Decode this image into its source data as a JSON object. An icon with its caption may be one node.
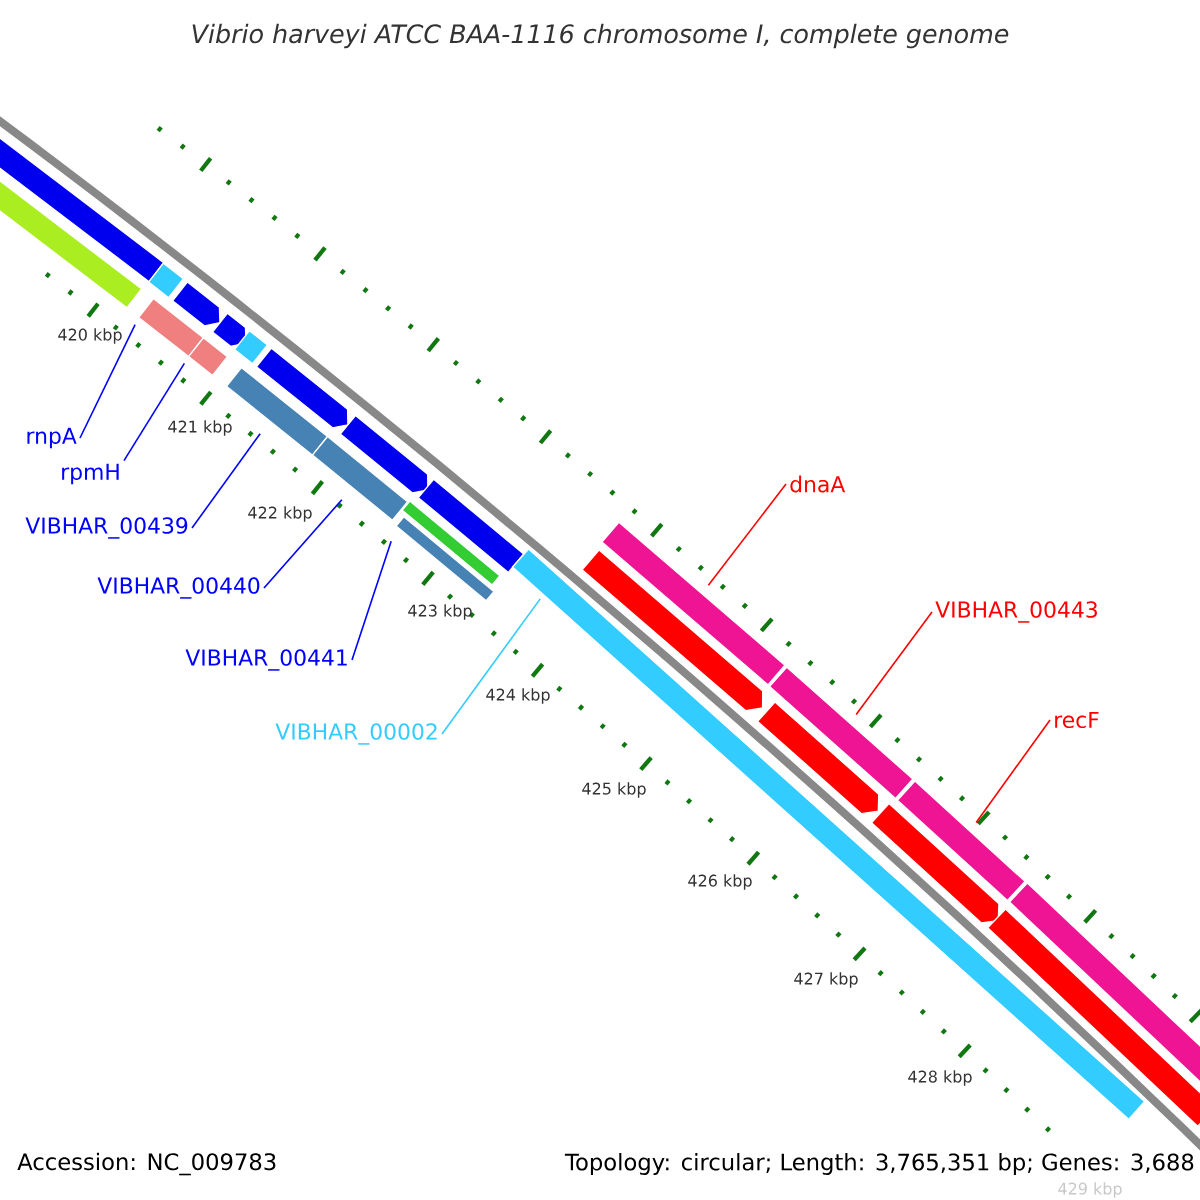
{
  "diagram": {
    "title": "Vibrio harveyi ATCC BAA-1116 chromosome I, complete genome",
    "nodes": [
      {
        "text": [
          "rnpA"
        ]
      },
      {
        "text": [
          "rpmH"
        ]
      },
      {
        "text": [
          "VIBHAR_00439"
        ]
      },
      {
        "text": [
          "VIBHAR_00440"
        ]
      },
      {
        "text": [
          "VIBHAR_00441"
        ]
      },
      {
        "text": [
          "VIBHAR_00002"
        ]
      },
      {
        "text": [
          "dnaA"
        ]
      },
      {
        "text": [
          "VIBHAR_00443"
        ]
      },
      {
        "text": [
          "recF"
        ]
      },
      {
        "text": [],
        "shape": "bar"
      },
      {
        "text": [],
        "shape": "bar"
      },
      {
        "text": [],
        "shape": "bar"
      },
      {
        "text": [],
        "shape": "bar"
      },
      {
        "text": [],
        "shape": "bar"
      },
      {
        "text": [],
        "shape": "arrow"
      },
      {
        "text": [],
        "shape": "arrow"
      },
      {
        "text": [],
        "shape": "bar"
      },
      {
        "text": [],
        "shape": "bar"
      },
      {
        "text": [],
        "shape": "arrow"
      },
      {
        "text": [],
        "shape": "arrow"
      },
      {
        "text": [],
        "shape": "bar"
      },
      {
        "text": [],
        "shape": "bar"
      },
      {
        "text": [],
        "shape": "bar"
      },
      {
        "text": [],
        "shape": "bar"
      },
      {
        "text": [],
        "shape": "arrow"
      },
      {
        "text": [],
        "shape": "arrow"
      },
      {
        "text": [],
        "shape": "arrow"
      },
      {
        "text": [],
        "shape": "bar"
      },
      {
        "text": [],
        "shape": "bar"
      },
      {
        "text": [],
        "shape": "bar"
      },
      {
        "text": [],
        "shape": "bar"
      },
      {
        "text": [],
        "shape": "bar"
      },
      {
        "text": [],
        "shape": "bar"
      }
    ],
    "edges": [
      {
        "from": 0,
        "to": 12,
        "arrow": "none"
      },
      {
        "from": 1,
        "to": 13,
        "arrow": "none"
      },
      {
        "from": 2,
        "to": 16,
        "arrow": "none"
      },
      {
        "from": 3,
        "to": 17,
        "arrow": "none"
      },
      {
        "from": 4,
        "to": 22,
        "arrow": "none"
      },
      {
        "from": 5,
        "to": 23,
        "arrow": "none",
        "color": "#33ccff"
      },
      {
        "from": 6,
        "to": 28,
        "arrow": "none",
        "color": "#ff0000"
      },
      {
        "from": 7,
        "to": 29,
        "arrow": "none",
        "color": "#ff0000"
      },
      {
        "from": 8,
        "to": 30,
        "arrow": "none",
        "color": "#ff0000"
      }
    ],
    "labels": [
      "420 kbp",
      "421 kbp",
      "422 kbp",
      "423 kbp",
      "424 kbp",
      "425 kbp",
      "426 kbp",
      "427 kbp",
      "428 kbp",
      "429 kbp",
      "Accession: NC_009783",
      "Topology: circular; Length: 3,765,351 bp; Genes: 3,688"
    ]
  }
}
